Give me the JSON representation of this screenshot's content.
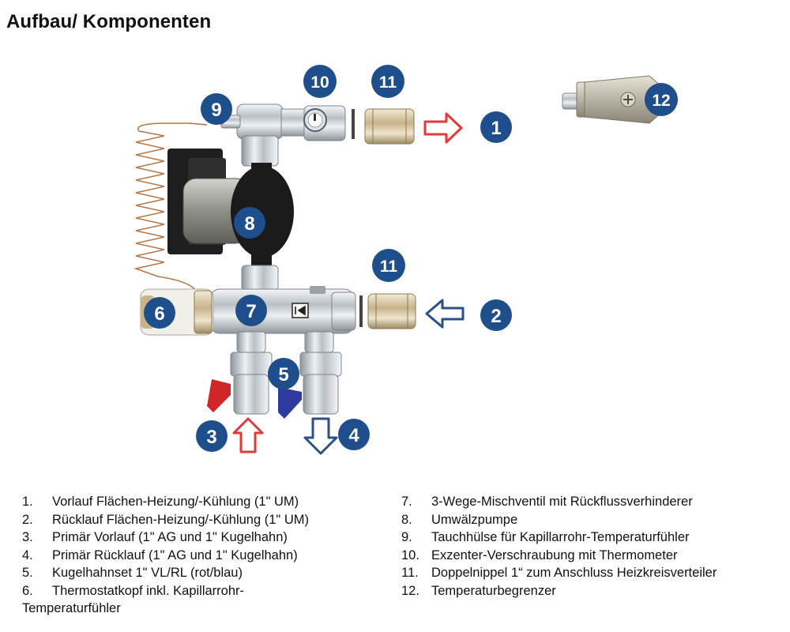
{
  "title": "Aufbau/ Komponenten",
  "badges": {
    "b1": "1",
    "b2": "2",
    "b3": "3",
    "b4": "4",
    "b5": "5",
    "b6": "6",
    "b7": "7",
    "b8": "8",
    "b9": "9",
    "b10": "10",
    "b11a": "11",
    "b11b": "11",
    "b12": "12"
  },
  "colors": {
    "badge": "#1f4e8c",
    "arrow_supply": "#e03a3a",
    "arrow_return": "#2b4f86",
    "chrome": "#c6cbd0",
    "brass": "#c9b48a",
    "pump_black": "#1e1e1e",
    "capillary": "#b5784a"
  },
  "legend": {
    "left": [
      {
        "num": "1.",
        "text": "Vorlauf Flächen-Heizung/-Kühlung (1\" UM)"
      },
      {
        "num": "2.",
        "text": "Rücklauf Flächen-Heizung/-Kühlung (1\" UM)"
      },
      {
        "num": "3.",
        "text": "Primär Vorlauf (1\" AG und 1\" Kugelhahn)"
      },
      {
        "num": "4.",
        "text": "Primär Rücklauf (1\" AG und 1\" Kugelhahn)"
      },
      {
        "num": "5.",
        "text": "Kugelhahnset 1\" VL/RL (rot/blau)"
      },
      {
        "num": "6.",
        "text": "Thermostatkopf inkl. Kapillarrohr-",
        "cont": "Temperaturfühler"
      }
    ],
    "right": [
      {
        "num": "7.",
        "text": "3-Wege-Mischventil mit Rückflussverhinderer"
      },
      {
        "num": "8.",
        "text": "Umwälzpumpe"
      },
      {
        "num": "9.",
        "text": "Tauchhülse für Kapillarrohr-Temperaturfühler"
      },
      {
        "num": "10.",
        "text": "Exzenter-Verschraubung mit Thermometer"
      },
      {
        "num": "11.",
        "text": "Doppelnippel 1“ zum Anschluss Heizkreisverteiler"
      },
      {
        "num": "12.",
        "text": "Temperaturbegrenzer"
      }
    ]
  }
}
